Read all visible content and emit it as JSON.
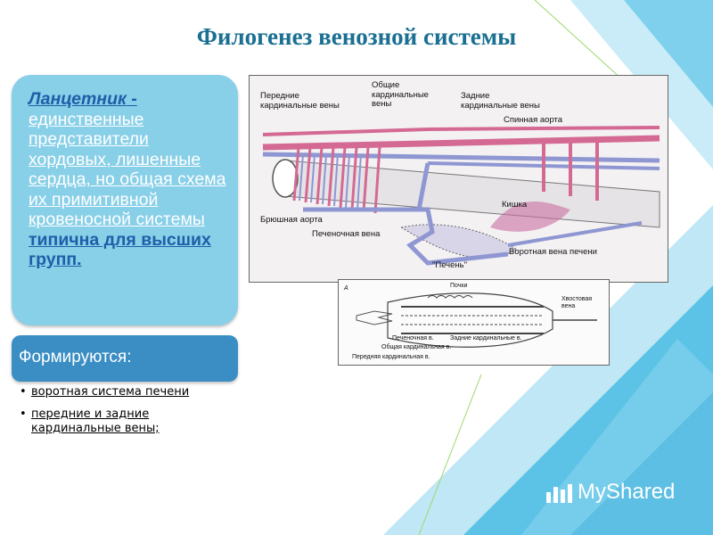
{
  "title": "Филогенез венозной системы",
  "card": {
    "lead": "Ланцетник",
    "dash": " -",
    "body": "единственные представители хордовых, лишенные сердца, но общая схема их примитивной кровеносной системы",
    "bold": "типична для высших групп."
  },
  "form_header": "Формируются:",
  "bullets": [
    {
      "text": "воротная система печени"
    },
    {
      "text": "передние и задние кардинальные вены;"
    }
  ],
  "figure_main": {
    "labels": {
      "anterior_cardinal": "Передние\nкардинальные вены",
      "common_cardinal": "Общие\nкардинальные\nвены",
      "posterior_cardinal": "Задние\nкардинальные вены",
      "dorsal_aorta": "Спинная аорта",
      "intestine": "Кишка",
      "ventral_aorta": "Брюшная аорта",
      "hepatic_vein": "Печеночная вена",
      "hepatic_portal": "Воротная вена печени",
      "liver": "\"Печень\""
    }
  },
  "figure_small": {
    "labels": {
      "a": "А",
      "kidneys": "Почки",
      "caudal_vein": "Хвостовая\nвена",
      "hepatic_v": "Печеночная в.",
      "posterior_cardinal": "Задние кардинальные в.",
      "common_cardinal": "Общая кардинальная в.",
      "anterior_cardinal": "Передняя кардинальная в."
    }
  },
  "watermark": "MyShared",
  "colors": {
    "title": "#1a6f92",
    "card": "#88cfe8",
    "accent": "#1d5fa8",
    "header": "#3a8ec4"
  }
}
